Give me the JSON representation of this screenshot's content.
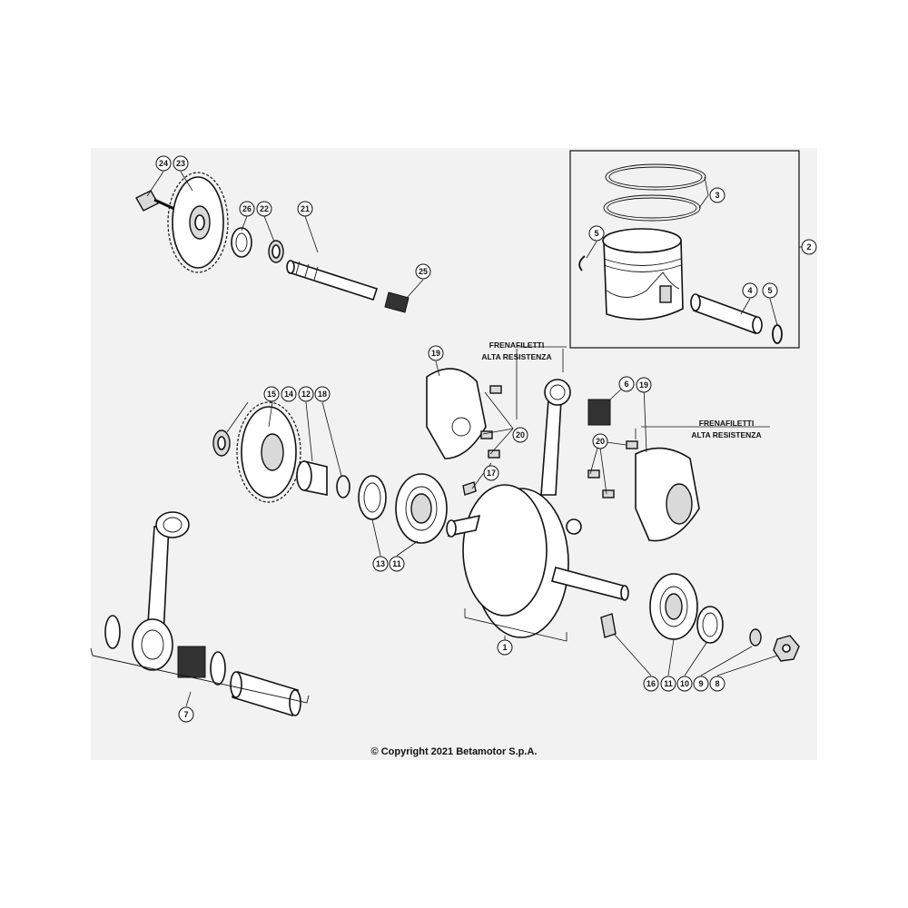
{
  "copyright": "© Copyright 2021 Betamotor S.p.A.",
  "notes": [
    {
      "id": "note-left",
      "lines": [
        "FRENAFILETTI",
        "ALTA RESISTENZA"
      ]
    },
    {
      "id": "note-right",
      "lines": [
        "FRENAFILETTI",
        "ALTA RESISTENZA"
      ]
    }
  ],
  "callouts": [
    "1",
    "2",
    "3",
    "4",
    "5",
    "5",
    "6",
    "7",
    "8",
    "9",
    "10",
    "11",
    "11",
    "12",
    "13",
    "14",
    "15",
    "16",
    "17",
    "18",
    "19",
    "19",
    "20",
    "20",
    "21",
    "22",
    "23",
    "24",
    "25",
    "26"
  ]
}
